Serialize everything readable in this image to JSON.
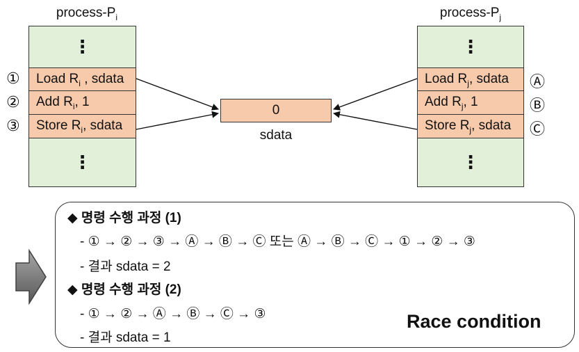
{
  "process_left": {
    "title": "process-P",
    "title_sub": "i",
    "dots_top": "⋮",
    "dots_bottom": "⋮",
    "instructions": [
      {
        "marker": "①",
        "pre": "Load R",
        "sub": "i",
        "post": " , sdata"
      },
      {
        "marker": "②",
        "pre": "Add R",
        "sub": "i",
        "post": ", 1"
      },
      {
        "marker": "③",
        "pre": "Store R",
        "sub": "i",
        "post": ", sdata"
      }
    ]
  },
  "process_right": {
    "title": "process-P",
    "title_sub": "j",
    "dots_top": "⋮",
    "dots_bottom": "⋮",
    "instructions": [
      {
        "marker": "Ⓐ",
        "pre": "Load R",
        "sub": "j",
        "post": ", sdata"
      },
      {
        "marker": "Ⓑ",
        "pre": "Add R",
        "sub": "j",
        "post": ", 1"
      },
      {
        "marker": "Ⓒ",
        "pre": "Store R",
        "sub": "j",
        "post": ", sdata"
      }
    ]
  },
  "shared": {
    "value": "0",
    "label": "sdata"
  },
  "panel": {
    "section1_title": "◆ 명령 수행 과정 (1)",
    "section1_seq": "- ① → ② → ③ → Ⓐ → Ⓑ → Ⓒ  또는 Ⓐ → Ⓑ → Ⓒ → ① → ② → ③",
    "section1_result": "- 결과 sdata = 2",
    "section2_title": "◆ 명령 수행 과정 (2)",
    "section2_seq": "- ① → ② → Ⓐ → Ⓑ → Ⓒ → ③",
    "section2_result": "- 결과 sdata = 1",
    "conclusion": "Race condition"
  },
  "colors": {
    "process_fill": "#e2efd9",
    "instruction_fill": "#f7caac",
    "arrow_fill": "#7f7f7f"
  },
  "icons": {
    "big_arrow": "right-arrow-icon"
  }
}
